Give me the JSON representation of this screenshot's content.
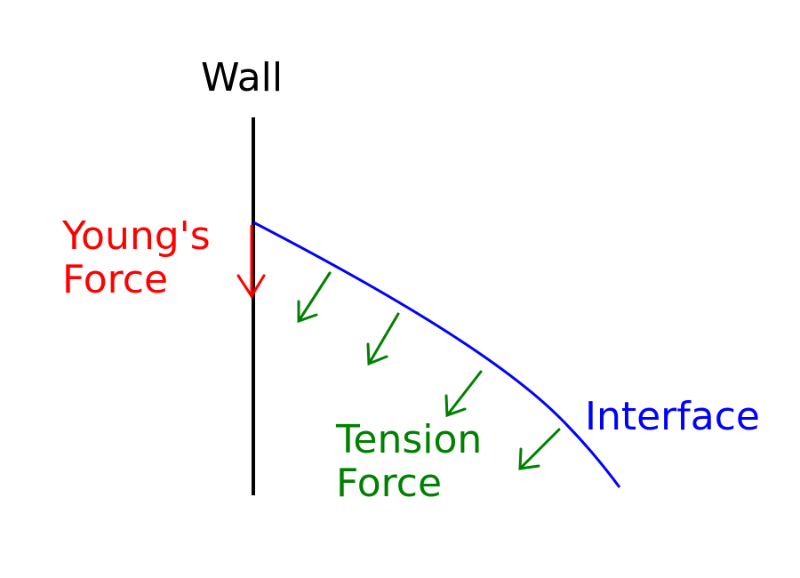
{
  "labels": {
    "wall": "Wall",
    "young_line1": "Young's",
    "young_line2": "Force",
    "tension_line1": "Tension",
    "tension_line2": "Force",
    "interface": "Interface"
  },
  "colors": {
    "wall": "#000000",
    "young_force": "#ff0000",
    "tension_force": "#008000",
    "interface": "#0000ff"
  }
}
